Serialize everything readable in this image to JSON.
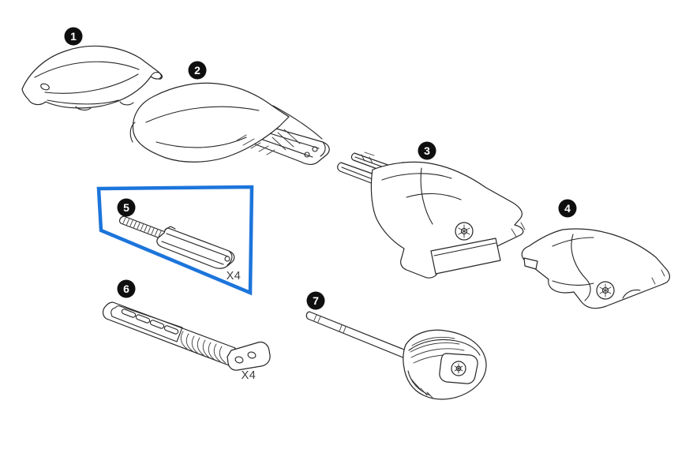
{
  "diagram": {
    "kind": "exploded-parts-diagram",
    "background": "#ffffff",
    "line_color": "#262626",
    "badge_style": {
      "bg": "#0f0f0f",
      "fg": "#ffffff"
    },
    "highlight_box": {
      "color": "#1c75db",
      "highlights_part": "5"
    },
    "parts": [
      {
        "label": "1",
        "name": "end-cap-cover"
      },
      {
        "label": "2",
        "name": "foot-housing-with-load-bar"
      },
      {
        "label": "3",
        "name": "mounting-foot-bracket-with-rails"
      },
      {
        "label": "4",
        "name": "side-cover-pad"
      },
      {
        "label": "5",
        "name": "threaded-bolt-with-hex-sleeve",
        "quantity_label": "X4",
        "highlighted": true
      },
      {
        "label": "6",
        "name": "rubber-strap",
        "quantity_label": "X4"
      },
      {
        "label": "7",
        "name": "torque-key-tool"
      }
    ]
  }
}
